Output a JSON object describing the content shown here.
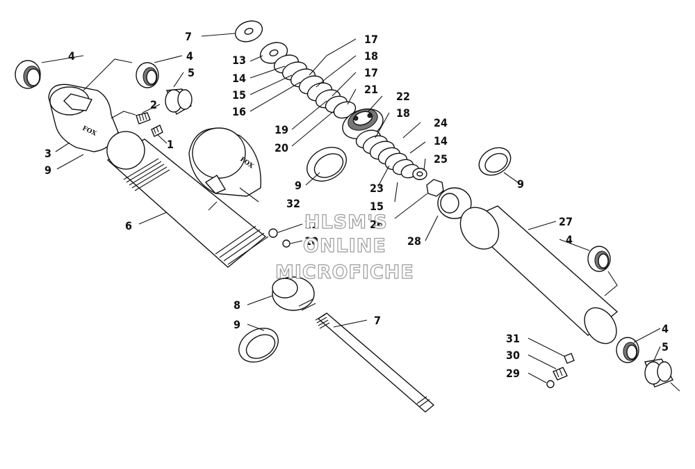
{
  "diagram": {
    "type": "exploded-parts-diagram",
    "brand_mark": "FOX",
    "watermark": [
      "HLSM'S",
      "ONLINE",
      "MICROFICHE"
    ],
    "callouts": [
      "1",
      "2",
      "3",
      "4",
      "4",
      "4",
      "4",
      "5",
      "5",
      "6",
      "7",
      "8",
      "9",
      "9",
      "9",
      "9",
      "9",
      "10",
      "11",
      "12",
      "13",
      "14",
      "14",
      "15",
      "15",
      "16",
      "17",
      "17",
      "18",
      "18",
      "19",
      "20",
      "21",
      "22",
      "23",
      "24",
      "25",
      "26",
      "27",
      "28",
      "29",
      "30",
      "31",
      "32"
    ]
  }
}
